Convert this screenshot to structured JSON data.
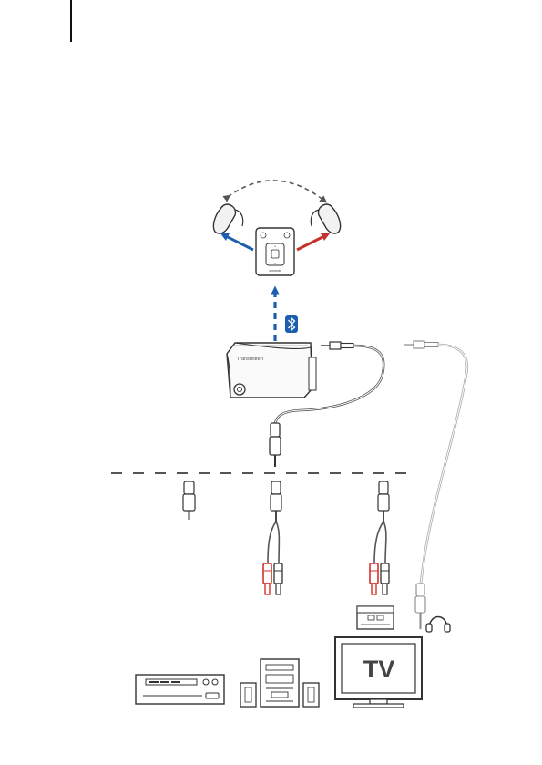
{
  "transmitter": {
    "label": "TransmitterI"
  },
  "remote": {
    "label": "streamer"
  },
  "tv": {
    "label": "TV"
  },
  "colors": {
    "bluetooth": "#1d5fae",
    "arrow_left": "#1d5fae",
    "arrow_right": "#c7312c",
    "rca_red": "#d9312b",
    "line": "#555555"
  },
  "icons": [
    "hearing-aid-icon",
    "remote-control-icon",
    "bluetooth-icon",
    "transmitter-icon",
    "jack-plug-icon",
    "rca-plug-icon",
    "headphones-icon",
    "hifi-amplifier-icon",
    "stereo-system-icon",
    "tv-icon",
    "set-top-box-icon"
  ]
}
